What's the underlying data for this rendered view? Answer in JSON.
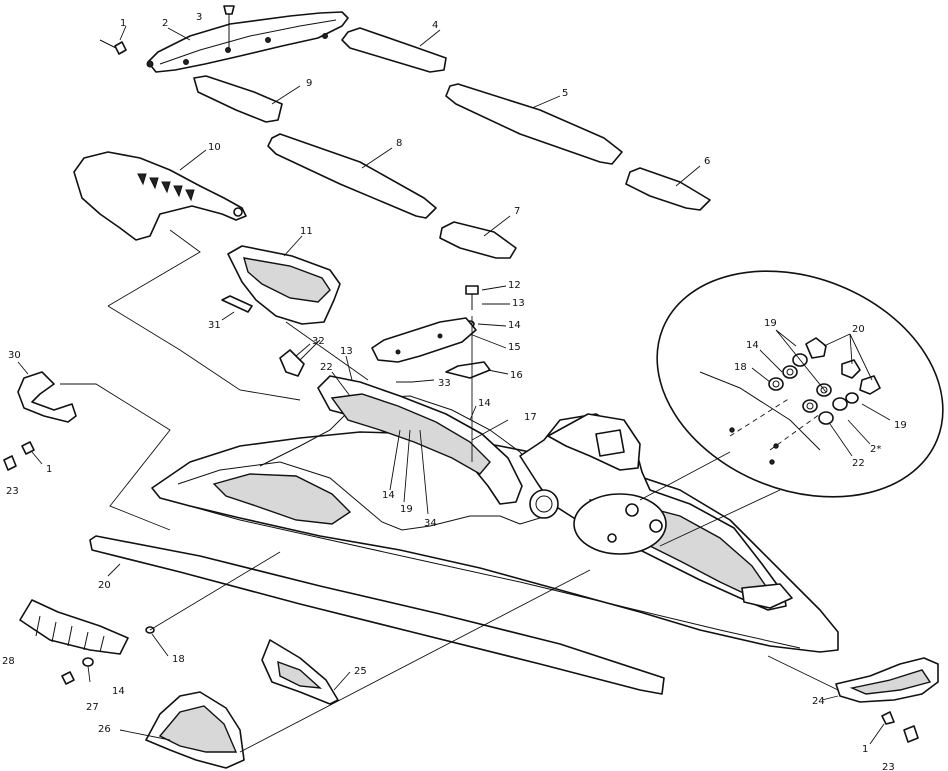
{
  "callouts": [
    {
      "id": "c1a",
      "text": "1"
    },
    {
      "id": "c2",
      "text": "2"
    },
    {
      "id": "c3",
      "text": "3"
    },
    {
      "id": "c4",
      "text": "4"
    },
    {
      "id": "c5",
      "text": "5"
    },
    {
      "id": "c6",
      "text": "6"
    },
    {
      "id": "c7",
      "text": "7"
    },
    {
      "id": "c8",
      "text": "8"
    },
    {
      "id": "c9",
      "text": "9"
    },
    {
      "id": "c10",
      "text": "10"
    },
    {
      "id": "c11",
      "text": "11"
    },
    {
      "id": "c12",
      "text": "12"
    },
    {
      "id": "c13a",
      "text": "13"
    },
    {
      "id": "c14a",
      "text": "14"
    },
    {
      "id": "c15",
      "text": "15"
    },
    {
      "id": "c16",
      "text": "16"
    },
    {
      "id": "c17",
      "text": "17"
    },
    {
      "id": "c14b",
      "text": "14"
    },
    {
      "id": "c31",
      "text": "31"
    },
    {
      "id": "c32",
      "text": "32"
    },
    {
      "id": "c13b",
      "text": "13"
    },
    {
      "id": "c22a",
      "text": "22"
    },
    {
      "id": "c33",
      "text": "33"
    },
    {
      "id": "c30",
      "text": "30"
    },
    {
      "id": "c1b",
      "text": "1"
    },
    {
      "id": "c23a",
      "text": "23"
    },
    {
      "id": "c14c",
      "text": "14"
    },
    {
      "id": "c19a",
      "text": "19"
    },
    {
      "id": "c34",
      "text": "34"
    },
    {
      "id": "c19b",
      "text": "19"
    },
    {
      "id": "c20a",
      "text": "20"
    },
    {
      "id": "c14d",
      "text": "14"
    },
    {
      "id": "c18a",
      "text": "18"
    },
    {
      "id": "c19c",
      "text": "19"
    },
    {
      "id": "c2b",
      "text": "2*"
    },
    {
      "id": "c22b",
      "text": "22"
    },
    {
      "id": "c20b",
      "text": "20"
    },
    {
      "id": "c18b",
      "text": "18"
    },
    {
      "id": "c28",
      "text": "28"
    },
    {
      "id": "c14e",
      "text": "14"
    },
    {
      "id": "c27",
      "text": "27"
    },
    {
      "id": "c25",
      "text": "25"
    },
    {
      "id": "c26",
      "text": "26"
    },
    {
      "id": "c24",
      "text": "24"
    },
    {
      "id": "c1c",
      "text": "1"
    },
    {
      "id": "c23b",
      "text": "23"
    }
  ]
}
